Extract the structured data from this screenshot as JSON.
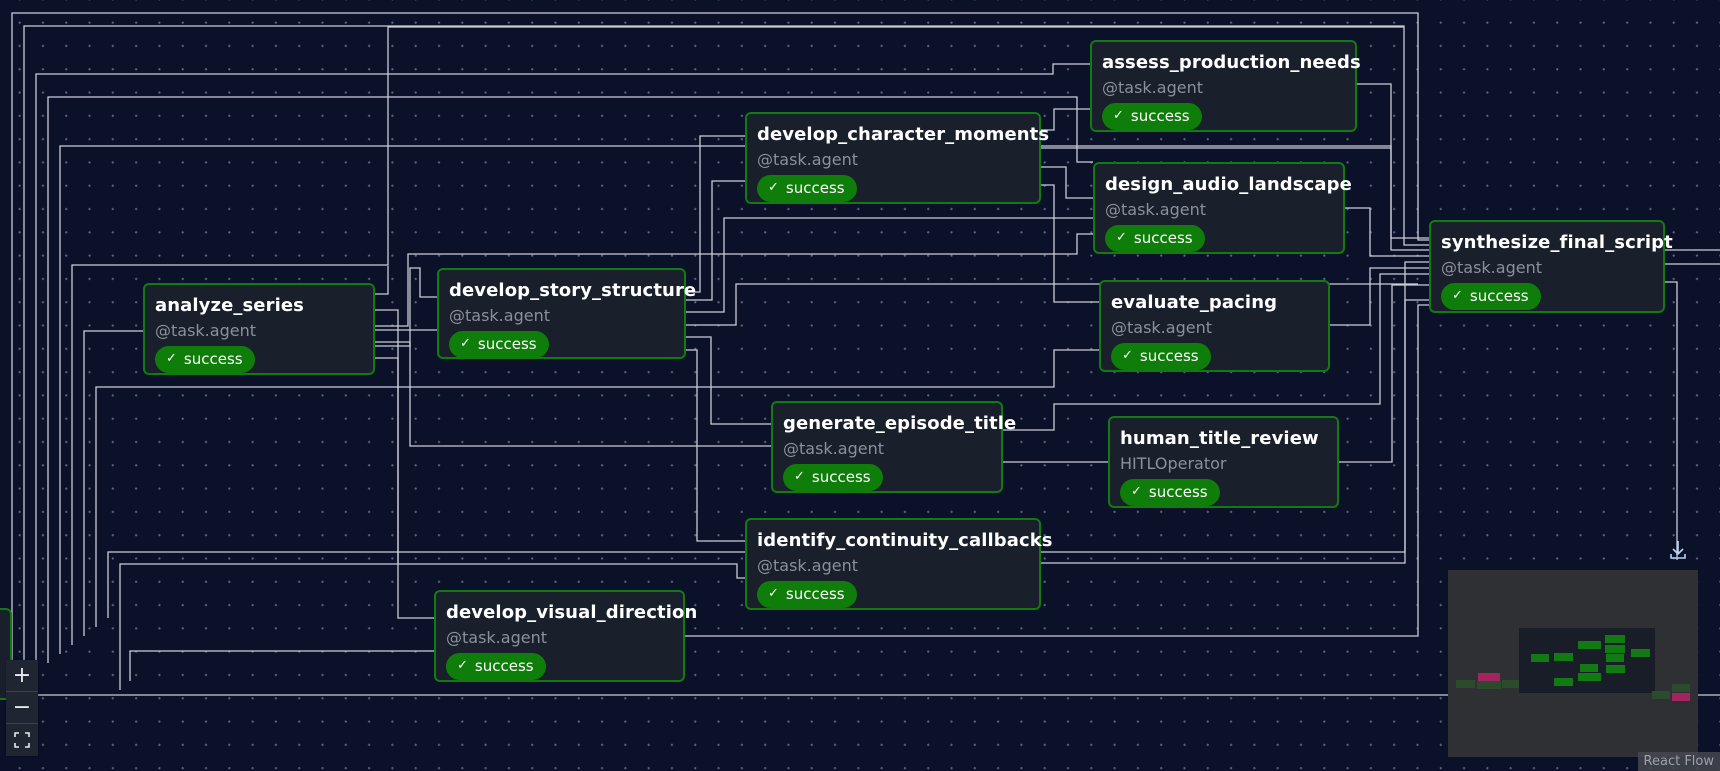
{
  "app": {
    "name": "React Flow",
    "attribution": "React Flow"
  },
  "colors": {
    "background": "#0b1128",
    "node_bg": "#1a1f2c",
    "node_border": "#127a12",
    "success": "#0f7d0a",
    "edge": "#c9ccd6",
    "minimap_highlight": "#a3245f"
  },
  "nodes": [
    {
      "id": "analyze_series",
      "title": "analyze_series",
      "subtitle": "@task.agent",
      "status": "success",
      "status_icon": "check-icon"
    },
    {
      "id": "develop_story_structure",
      "title": "develop_story_structure",
      "subtitle": "@task.agent",
      "status": "success",
      "status_icon": "check-icon"
    },
    {
      "id": "develop_character_moments",
      "title": "develop_character_moments",
      "subtitle": "@task.agent",
      "status": "success",
      "status_icon": "check-icon"
    },
    {
      "id": "assess_production_needs",
      "title": "assess_production_needs",
      "subtitle": "@task.agent",
      "status": "success",
      "status_icon": "check-icon"
    },
    {
      "id": "design_audio_landscape",
      "title": "design_audio_landscape",
      "subtitle": "@task.agent",
      "status": "success",
      "status_icon": "check-icon"
    },
    {
      "id": "evaluate_pacing",
      "title": "evaluate_pacing",
      "subtitle": "@task.agent",
      "status": "success",
      "status_icon": "check-icon"
    },
    {
      "id": "synthesize_final_script",
      "title": "synthesize_final_script",
      "subtitle": "@task.agent",
      "status": "success",
      "status_icon": "check-icon"
    },
    {
      "id": "generate_episode_title",
      "title": "generate_episode_title",
      "subtitle": "@task.agent",
      "status": "success",
      "status_icon": "check-icon"
    },
    {
      "id": "human_title_review",
      "title": "human_title_review",
      "subtitle": "HITLOperator",
      "status": "success",
      "status_icon": "check-icon"
    },
    {
      "id": "identify_continuity_callbacks",
      "title": "identify_continuity_callbacks",
      "subtitle": "@task.agent",
      "status": "success",
      "status_icon": "check-icon"
    },
    {
      "id": "develop_visual_direction",
      "title": "develop_visual_direction",
      "subtitle": "@task.agent",
      "status": "success",
      "status_icon": "check-icon"
    }
  ],
  "controls": {
    "zoom_in": "+",
    "zoom_out": "−",
    "fit_view_icon": "fit-view-icon"
  },
  "icons": {
    "check": "✓",
    "download": "download-icon"
  }
}
